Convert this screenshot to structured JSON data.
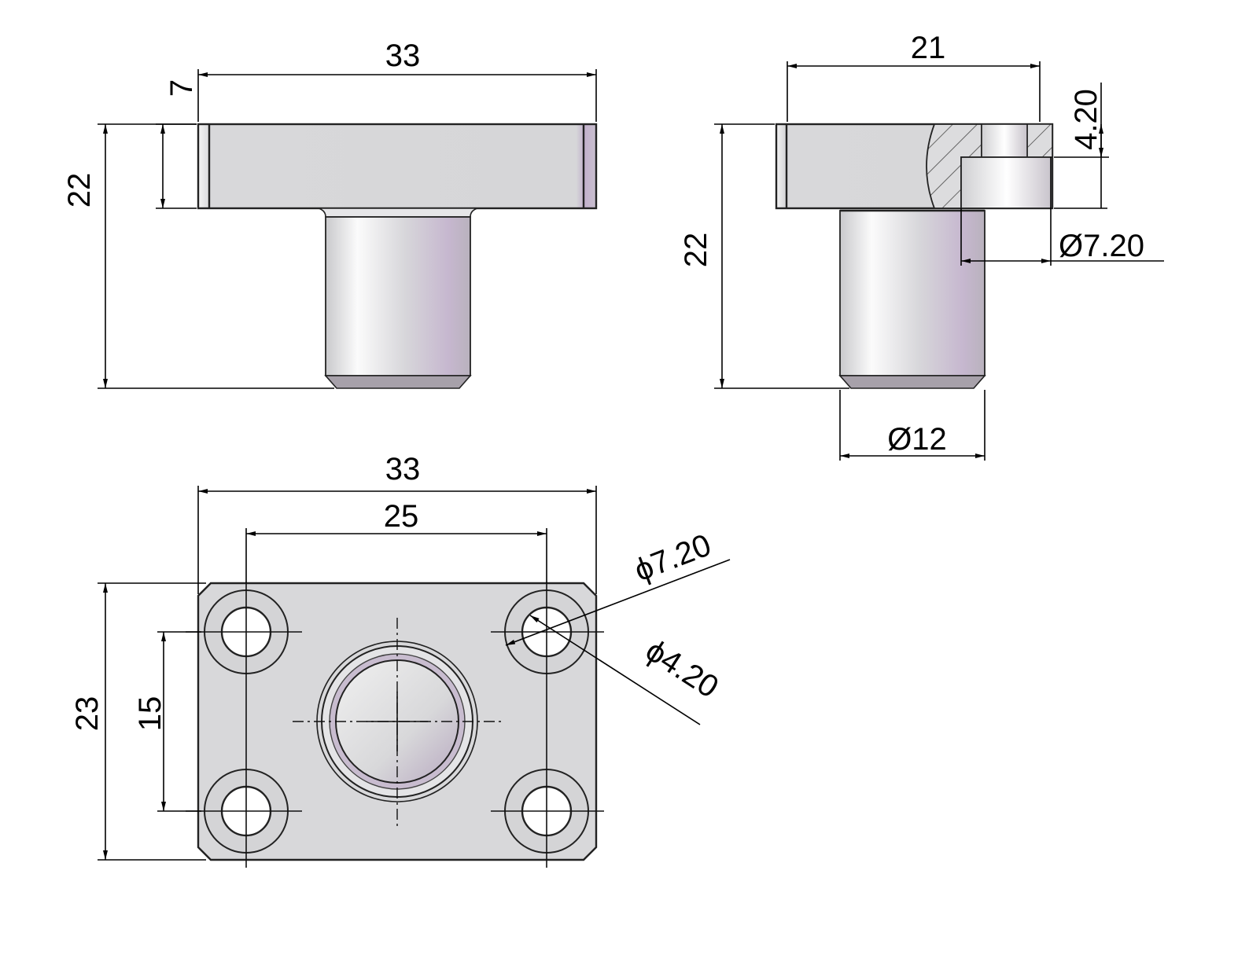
{
  "dimensions": {
    "front_width": "33",
    "front_flange_thickness": "7",
    "front_height": "22",
    "side_width": "21",
    "side_counterbore_depth": "4.20",
    "side_height": "22",
    "side_counterbore_dia": "Ø7.20",
    "side_shaft_dia": "Ø12",
    "top_width": "33",
    "top_hole_spacing_x": "25",
    "top_height": "23",
    "top_hole_spacing_y": "15",
    "top_counterbore_dia": "ϕ7.20",
    "top_hole_dia": "ϕ4.20"
  },
  "colors": {
    "metal": "#d9d9dc",
    "edge": "#222222",
    "accent": "#b8a6c2"
  }
}
